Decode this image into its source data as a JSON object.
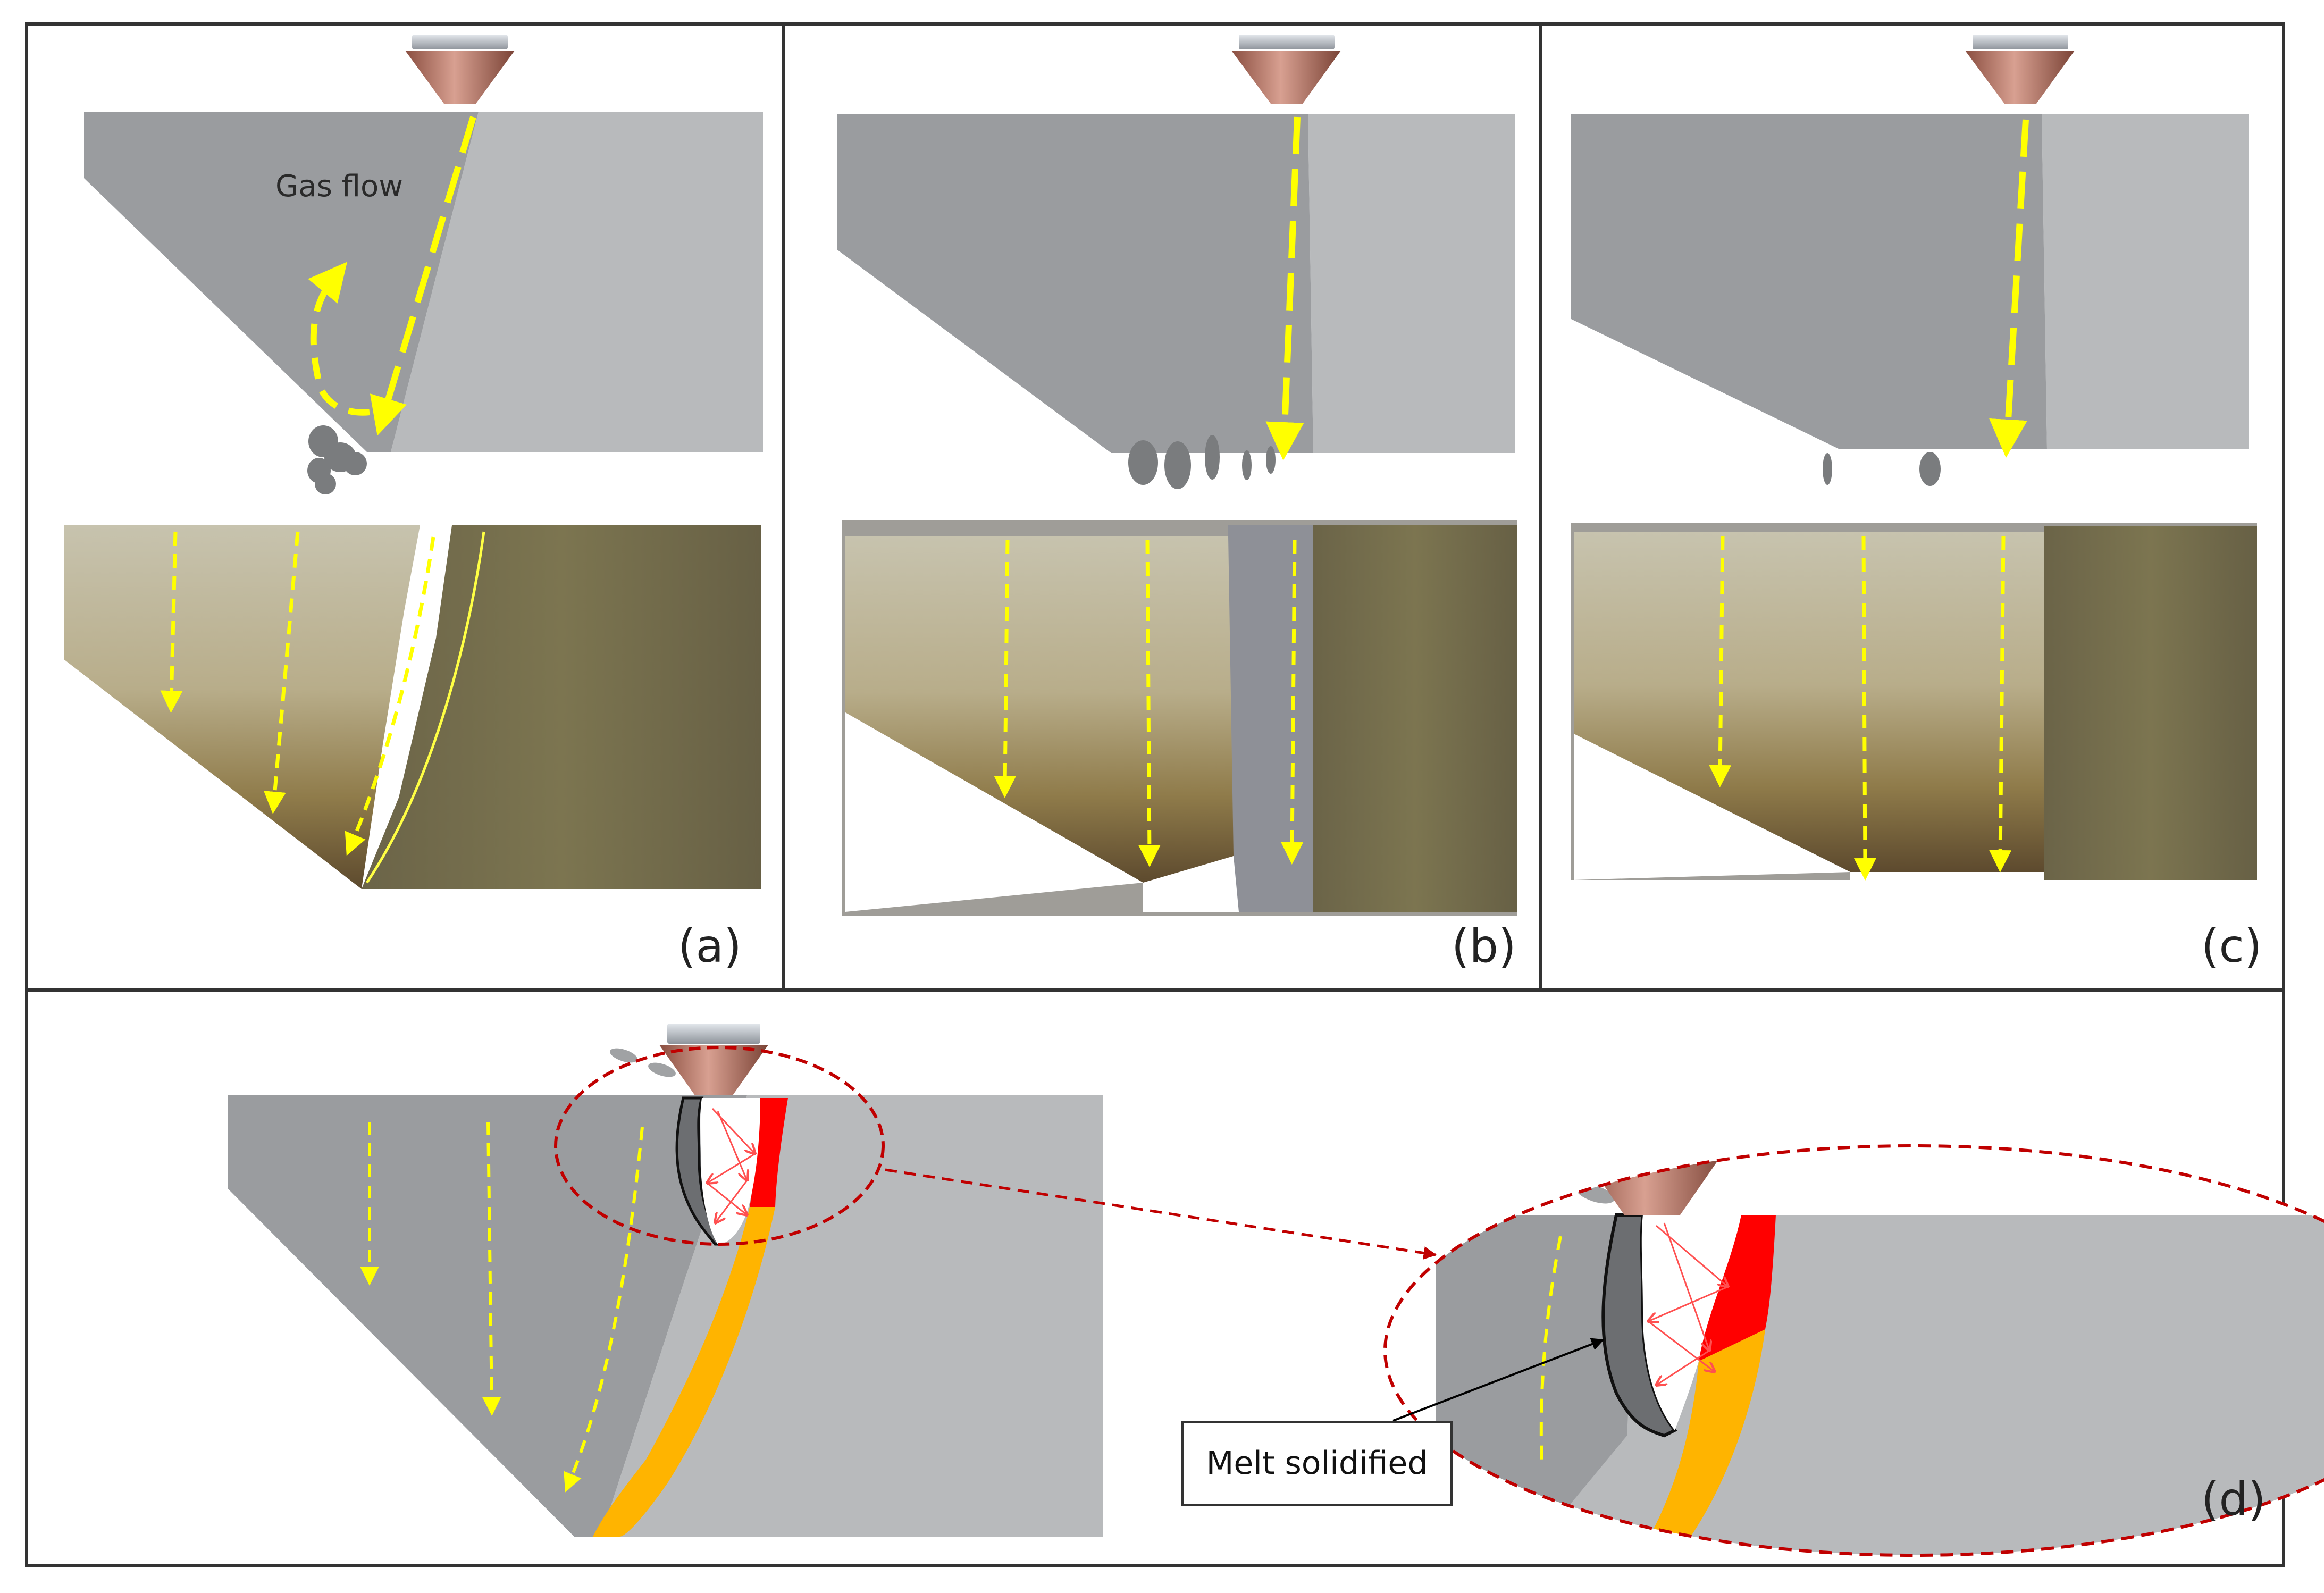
{
  "panels": {
    "a": {
      "label": "(a)",
      "annotation": "Gas flow"
    },
    "b": {
      "label": "(b)"
    },
    "c": {
      "label": "(c)"
    },
    "d": {
      "label": "(d)",
      "callout": "Melt solidified"
    }
  },
  "colors": {
    "plate_dark": "#9a9c9f",
    "plate_light": "#b8babc",
    "gas_flow": "#ffff00",
    "melt_red": "#ff0000",
    "solidified_orange": "#ffb400",
    "nozzle_copper": "#b07060",
    "nozzle_top": "#c8cdd3",
    "reflection_arrows": "#ff5050",
    "zoom_ellipse": "#c00000"
  },
  "icons": [
    "nozzle-icon",
    "gas-flow-arrow-icon",
    "laser-reflection-arrow-icon",
    "zoom-connector-arrow-icon"
  ]
}
